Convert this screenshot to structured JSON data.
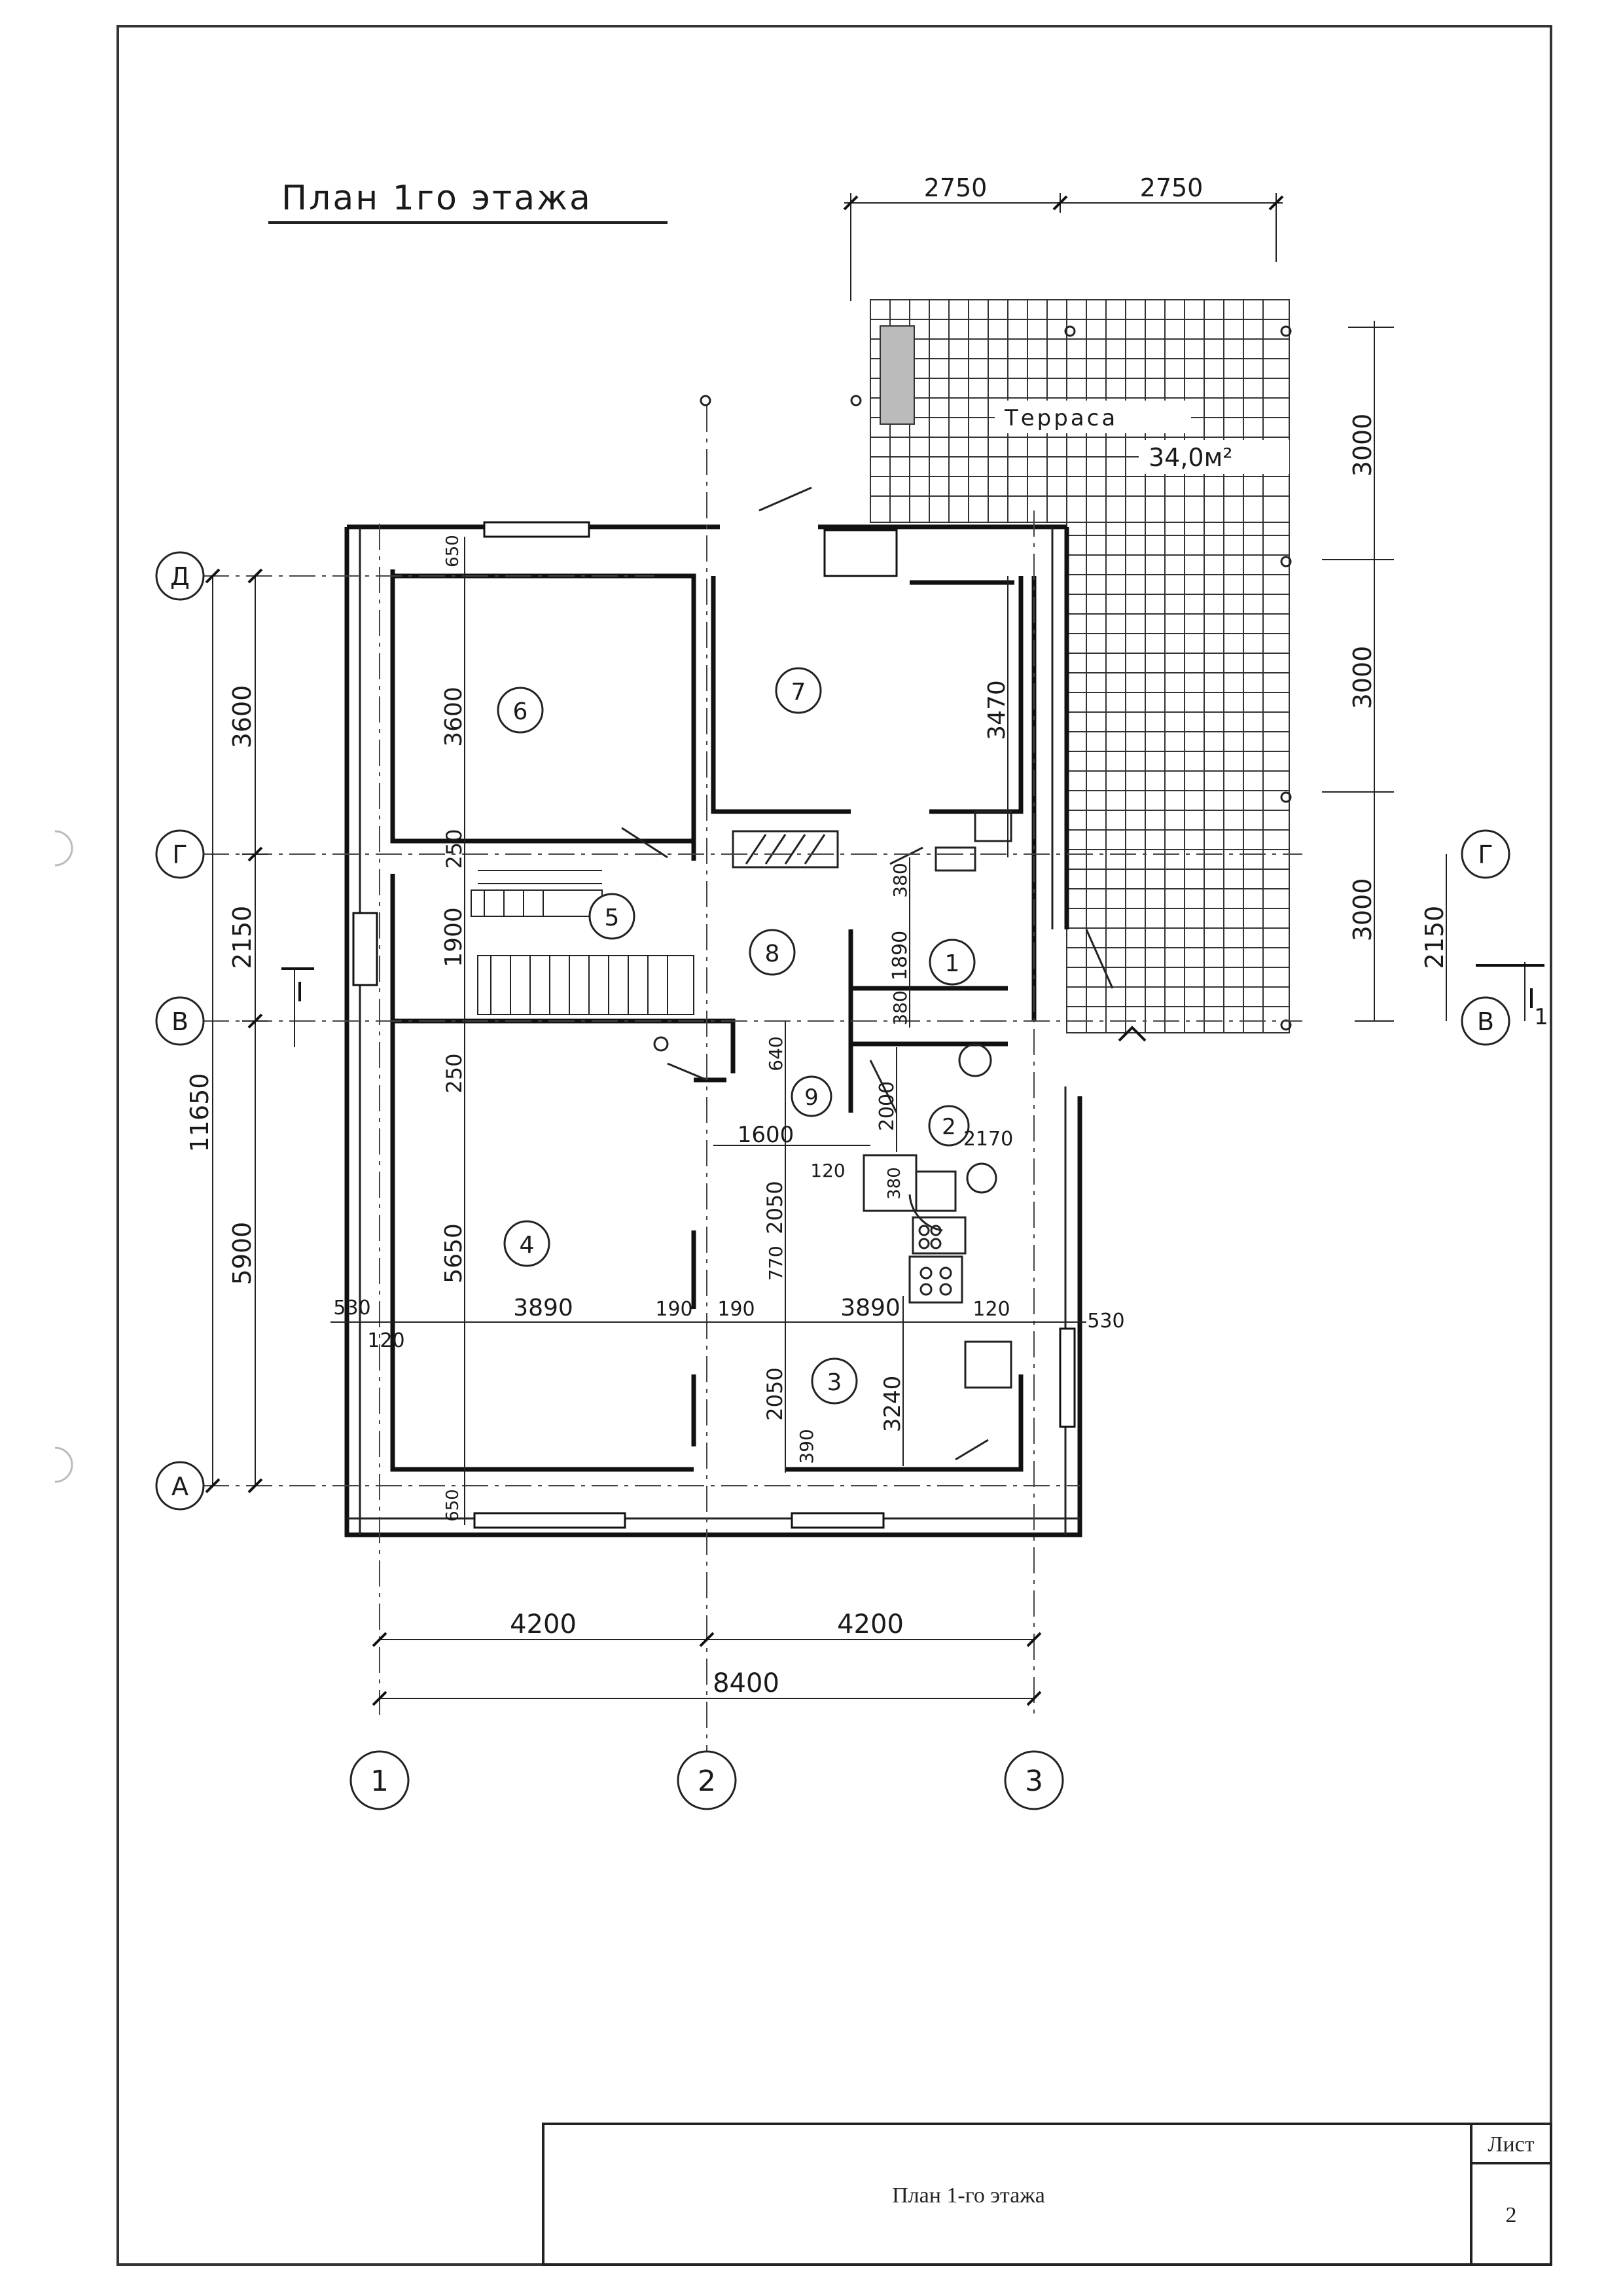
{
  "drawing": {
    "title": "План 1го этажа",
    "terrace_name": "Терраса",
    "terrace_area": "34,0м²"
  },
  "rooms": [
    "1",
    "2",
    "3",
    "4",
    "5",
    "6",
    "7",
    "8",
    "9"
  ],
  "axes": {
    "letters": [
      "Д",
      "Г",
      "В",
      "А",
      "Г",
      "В"
    ],
    "numbers": [
      "1",
      "2",
      "3"
    ]
  },
  "dims": {
    "top": [
      "2750",
      "2750"
    ],
    "right_terrace": [
      "3000",
      "3000",
      "3000"
    ],
    "right_gv": "2150",
    "left_outer": "11650",
    "left_segments": [
      "3600",
      "2150",
      "5900"
    ],
    "room6_height": "3600",
    "d650_top": "650",
    "d250_a": "250",
    "d1900": "1900",
    "d250_b": "250",
    "room4_height": "5650",
    "d650_bottom": "650",
    "d530_left": "530",
    "d120_left": "120",
    "d3890_left": "3890",
    "d190_a": "190",
    "d190_b": "190",
    "d3890_right": "3890",
    "d120_right": "120",
    "d530_right": "530",
    "room7_height": "3470",
    "d380_a": "380",
    "d1890": "1890",
    "d380_b": "380",
    "d640": "640",
    "d2000": "2000",
    "d1600": "1600",
    "d2170": "2170",
    "d120_mid": "120",
    "d380_c": "380",
    "d2050_a": "2050",
    "d770": "770",
    "d2050_b": "2050",
    "d390": "390",
    "d3240": "3240",
    "bottom": [
      "4200",
      "4200"
    ],
    "total": "8400"
  },
  "section_mark": "1",
  "stamp": {
    "title": "План 1-го этажа",
    "sheet_label": "Лист",
    "sheet_number": "2"
  }
}
